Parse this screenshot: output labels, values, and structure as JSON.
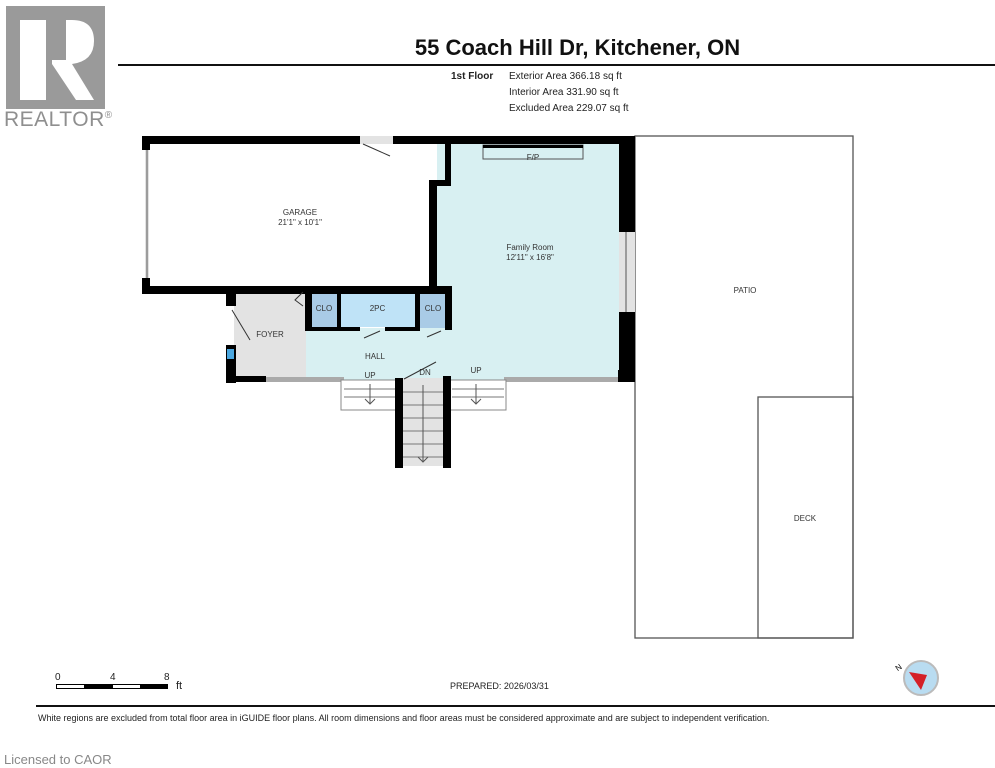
{
  "header": {
    "logo_text": "REALTOR",
    "logo_mark": "®",
    "title": "55 Coach Hill Dr, Kitchener, ON",
    "floor_label": "1st Floor",
    "areas": [
      "Exterior Area 366.18 sq ft",
      "Interior Area 331.90 sq ft",
      "Excluded Area 229.07 sq ft"
    ]
  },
  "rooms": {
    "garage": {
      "name": "GARAGE",
      "dims": "21'1\" x 10'1\""
    },
    "family_room": {
      "name": "Family Room",
      "dims": "12'11\" x 16'8\""
    },
    "fireplace": "F/P",
    "clo_left": "CLO",
    "bath": "2PC",
    "clo_right": "CLO",
    "foyer": "FOYER",
    "hall": "HALL",
    "up_left": "UP",
    "down": "DN",
    "up_right": "UP",
    "patio": "PATIO",
    "deck": "DECK"
  },
  "colors": {
    "wall": "#000000",
    "living": "#d8f0f2",
    "bath": "#bfe3f7",
    "closet": "#a9cbe6",
    "excluded": "#e3e3e3",
    "compass_red": "#d42028",
    "compass_blue": "#b9dcf1"
  },
  "scale": {
    "ticks": [
      "0",
      "4",
      "8"
    ],
    "unit": "ft"
  },
  "compass": {
    "label": "N"
  },
  "footer": {
    "prepared": "PREPARED: 2026/03/31",
    "disclaimer": "White regions are excluded from total floor area in iGUIDE floor plans. All room dimensions and floor areas must be considered approximate and are subject to independent verification.",
    "licensed": "Licensed to CAOR"
  }
}
